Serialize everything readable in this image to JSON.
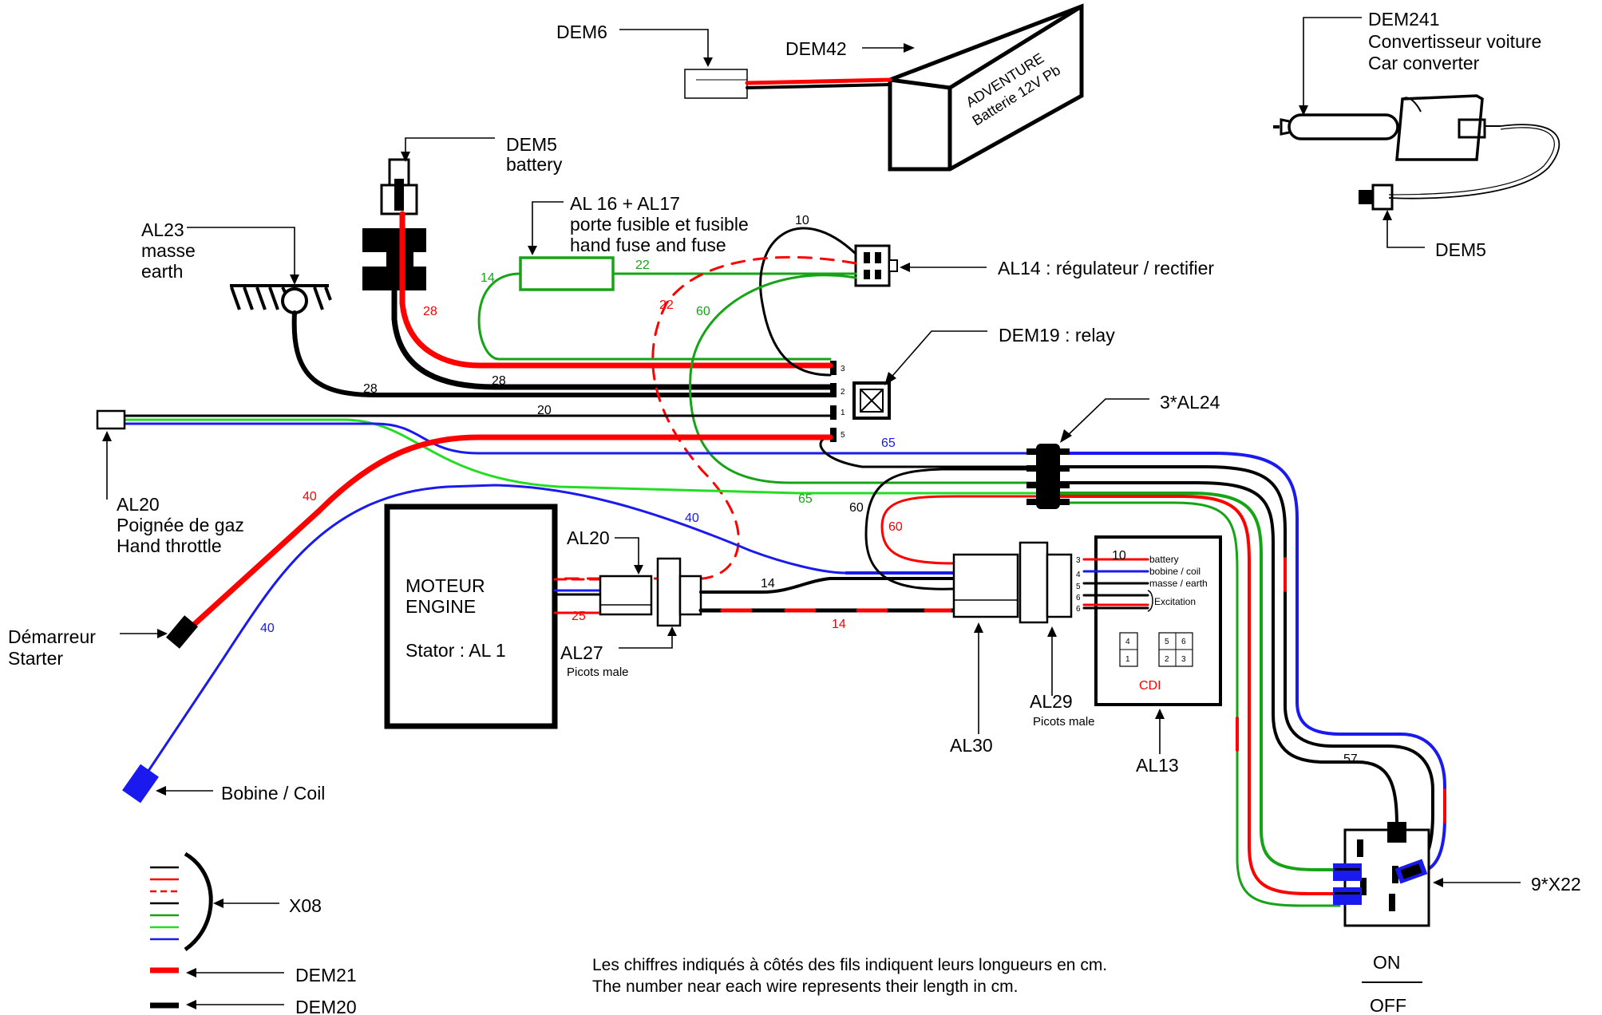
{
  "colors": {
    "black": "#000000",
    "red": "#ff0000",
    "green": "#16a416",
    "lightgreen": "#22dd22",
    "blue": "#1a1aee",
    "coil": "#1a1aee"
  },
  "labels": {
    "dem6": "DEM6",
    "dem42": "DEM42",
    "battery_brand": "ADVENTURE",
    "battery_type": "Batterie 12V Pb",
    "dem241": "DEM241",
    "dem241_fr": "Convertisseur voiture",
    "dem241_en": "Car converter",
    "dem5_top": "DEM5",
    "dem5_top_sub": "battery",
    "dem5_right": "DEM5",
    "al16_title": "AL 16 + AL17",
    "al16_fr": "porte fusible et fusible",
    "al16_en": "hand fuse and fuse",
    "al23": "AL23",
    "al23_fr": "masse",
    "al23_en": "earth",
    "al14": "AL14 : régulateur / rectifier",
    "dem19": "DEM19 : relay",
    "al24": "3*AL24",
    "al20_left": "AL20",
    "al20_fr": "Poignée de gaz",
    "al20_en": "Hand throttle",
    "starter_fr": "Démarreur",
    "starter_en": "Starter",
    "coil": "Bobine / Coil",
    "engine_fr": "MOTEUR",
    "engine_en": "ENGINE",
    "stator": "Stator : AL 1",
    "al20_mid": "AL20",
    "al27": "AL27",
    "al27_sub": "Picots male",
    "al30": "AL30",
    "al29": "AL29",
    "al29_sub": "Picots male",
    "al13": "AL13",
    "cdi": "CDI",
    "x22": "9*X22",
    "x08": "X08",
    "dem21": "DEM21",
    "dem20": "DEM20",
    "on": "ON",
    "off": "OFF",
    "note_fr": "Les chiffres indiqués à côtés des fils indiquent leurs longueurs en cm.",
    "note_en": "The number near each wire represents their length in cm."
  },
  "cdi_terminals": {
    "pins": [
      "3",
      "4",
      "5",
      "6",
      "6"
    ],
    "battery": "battery",
    "bobine": "bobine / coil",
    "masse": "masse / earth",
    "excitation": "Excitation",
    "grid_left": [
      "4",
      "1"
    ],
    "grid_right": [
      "5",
      "6",
      "2",
      "3"
    ]
  },
  "relay_pins": [
    "3",
    "2",
    "1",
    "5"
  ],
  "wire_lengths": {
    "w10": "10",
    "w14_green": "14",
    "w22_green": "22",
    "w22_red": "22",
    "w60_green": "60",
    "w28_red": "28",
    "w28_black_a": "28",
    "w28_black_b": "28",
    "w20": "20",
    "w65_blue": "65",
    "w65_green": "65",
    "w40_red": "40",
    "w40_blue_mid": "40",
    "w40_blue_low": "40",
    "w60_black": "60",
    "w60_red": "60",
    "w25": "25",
    "w14_black": "14",
    "w14_red": "14",
    "w10_cdi": "10",
    "w57": "57"
  }
}
